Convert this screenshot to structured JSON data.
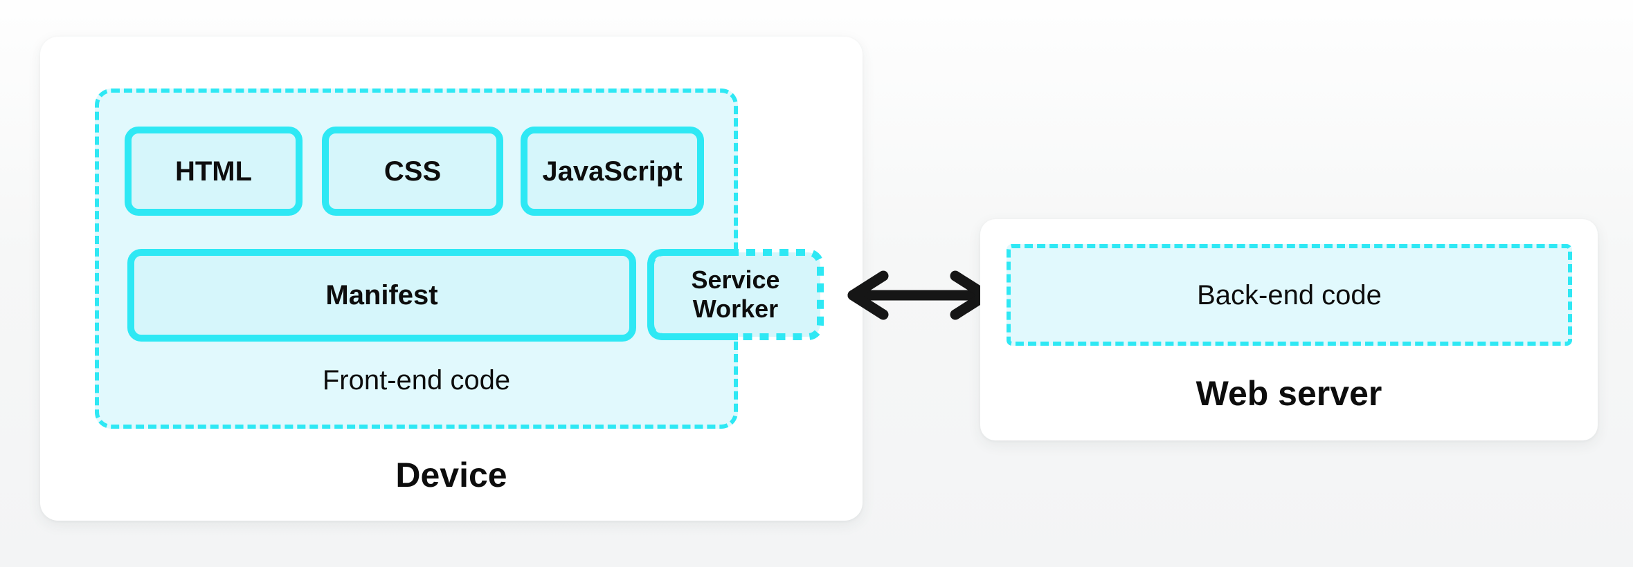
{
  "theme": {
    "accent": "#2ee8f4",
    "container-fill": "#e1f9fd",
    "box-fill": "#d6f6fb",
    "card": "#ffffff",
    "text": "#0d0d0d",
    "arrow": "#161616",
    "page-top": "#fefefe",
    "page-bottom": "#f3f4f5"
  },
  "device": {
    "title": "Device",
    "frontend": {
      "caption": "Front-end code",
      "boxes": [
        "HTML",
        "CSS",
        "JavaScript"
      ],
      "manifest": "Manifest",
      "service_worker": "Service Worker"
    }
  },
  "server": {
    "title": "Web server",
    "backend_caption": "Back-end code"
  }
}
